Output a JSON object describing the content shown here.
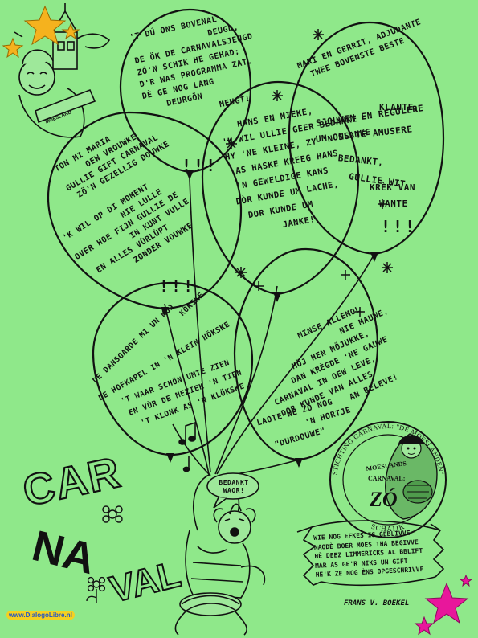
{
  "colors": {
    "paper": "#8fe88a",
    "ink": "#111111",
    "star_yellow": "#f5b21e",
    "star_magenta": "#e8179b"
  },
  "balloon_a": {
    "lines": [
      "'T DÚ ONS BOVENAL",
      "DEUGD,",
      "DÈ ÖK DE CARNAVALSJEUGD",
      "ZÖ'N SCHIK HÈ GEHAD;",
      "D'R WAS PROGRAMMA ZAT.",
      "DÈ GE NOG LANG",
      "DEURGÖN",
      "MEUGT!"
    ],
    "exclaim": "!!!"
  },
  "balloon_b": {
    "lines": [
      "MARI EN GERRIT, ADJUDANTE",
      "TWEE BOVENSTE BESTE",
      "KLANTE,",
      "SJOUWEN EN REGULERE",
      "UM ONS TE AMUSERE",
      "BEDANKT,",
      "GULLIE WIT",
      "KRÈK VAN",
      "WANTE"
    ],
    "exclaim": "!!!"
  },
  "balloon_c": {
    "lines": [
      "TON MI MARIA",
      "OEW VROUWKE",
      "GULLIE GIFT CARNAVAL",
      "ZÖ'N GEZELLIG DOUWKE",
      "'K WIL OP DI MOMENT",
      "NIE LULLE",
      "OVER HOE FIJN GULLIE DE",
      "IN KUNT VULLE",
      "EN ALLES VÙRLÙPT",
      "ZONDER VOUWKE"
    ],
    "exclaim": "!!!"
  },
  "balloon_d": {
    "lines": [
      "HANS EN MIEKE,",
      "'K WIL ULLIE GEER BEDANKE",
      "HY 'NE KLEINE, ZY 'N SLANKE",
      "AS HASKE KREEG HANS",
      "'N GEWELDIGE KANS",
      "DÒR KUNDE UM LACHE,",
      "DOR KUNDE UM",
      "JANKE!"
    ]
  },
  "balloon_e": {
    "lines": [
      "DE DANSGARDE MI UN MÖJ",
      "KÖKSKE",
      "DE HOFKAPEL IN 'N KLEIN HÖKSKE",
      "'T WAAR SCHÖN UMTE ZIEN",
      "EN VÙR DE MEZIEK 'N TIEN",
      "'T KLONK AS 'N KLÖKSKE"
    ]
  },
  "balloon_f": {
    "lines": [
      "MINSE ALLEMOL",
      "NIE MAUWE,",
      "MÖJ HEN MÖJUKKE,",
      "DAN KRÈGDE 'NE GAUWE",
      "CARNAVAL IN OEW LEVE,",
      "DÒR KUNDE VAN ALLES",
      "AN BELEVE!",
      "LAOTE WE ZO NOG",
      "'N HORTJE",
      "\"DURDOUWE\""
    ]
  },
  "speech_bubble": {
    "line1": "BEDANKT",
    "line2": "WAOR!"
  },
  "seal": {
    "top": "STICHTING CARNAVAL: \"DE MOESLANDEN\"",
    "bottom": "SCHAIJK",
    "center1": "MOESLANDS",
    "center2": "CARNAVAL:",
    "logo": "ZÓ"
  },
  "poem": {
    "lines": [
      "WIE NOG EFKES IS GEBLIVVE",
      "NAODÈ BOER MOES THA BEGIVVE",
      "HÈ DEEZ LIMMERICKS AL BBLIFT",
      "MAR AS GE'R NIKS UN GIFT",
      "HÈ'K ZE NOG ÈNS OPGESCHRIVVE"
    ]
  },
  "signature": "FRANS V. BOEKEL",
  "carnaval": {
    "part1": "CAR",
    "part2": "NA",
    "part3": "VAL"
  },
  "mascot_sash": "MOESLAND",
  "watermark": "www.DialogoLibre.nl"
}
